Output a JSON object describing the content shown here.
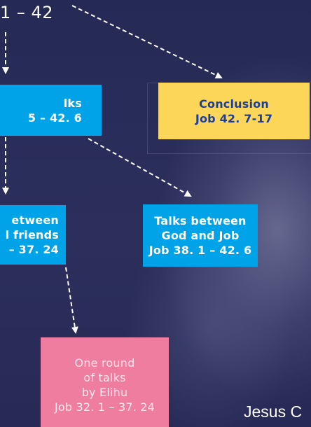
{
  "top_reference": "1 – 42",
  "boxes": {
    "talks": {
      "line1": "lks",
      "line2": "5 – 42. 6"
    },
    "friends": {
      "line1": "etween",
      "line2": "l friends",
      "line3": "– 37. 24"
    },
    "conclusion": {
      "line1": "Conclusion",
      "line2": "Job 42. 7-17"
    },
    "god_job": {
      "line1": "Talks between",
      "line2": "God and Job",
      "line3": "Job 38. 1 – 42. 6"
    },
    "elihu": {
      "line1": "One round",
      "line2": "of talks",
      "line3": "by Elihu",
      "line4": "Job 32. 1 – 37. 24"
    }
  },
  "caption": "Jesus C",
  "colors": {
    "background": "#262a55",
    "blue_box": "#00a2e8",
    "yellow_box": "#fcd658",
    "yellow_text": "#1c3f9a",
    "pink_box": "#ef7d9f",
    "arrow": "#ffffff"
  }
}
